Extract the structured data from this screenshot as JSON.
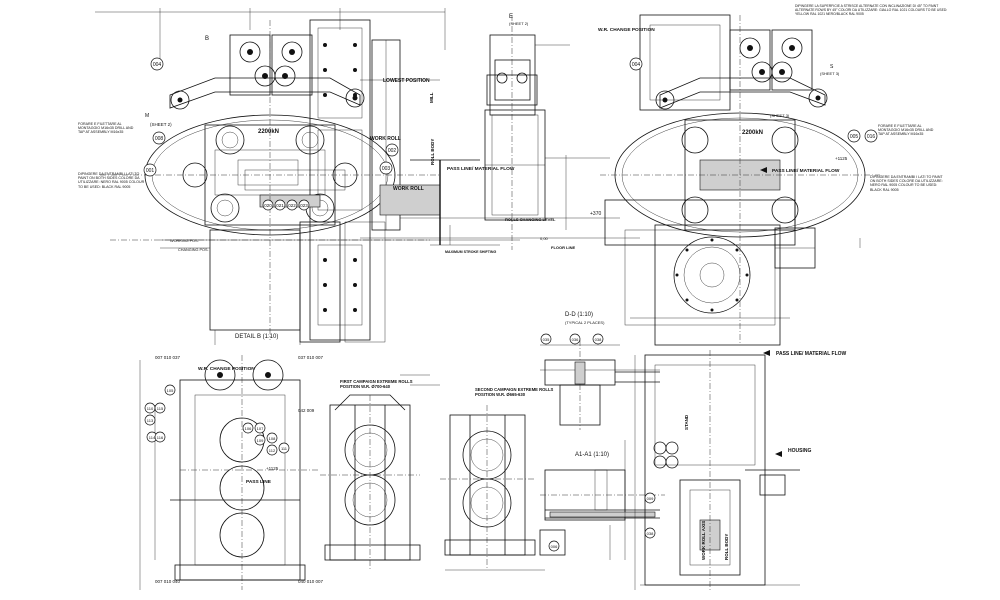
{
  "labels": {
    "lowest_position": "LOWEST POSITION",
    "work_roll_1": "WORK ROLL",
    "work_roll_2": "WORK ROLL",
    "pass_line_1": "PASS LINE/ MATERIAL FLOW",
    "pass_line_2": "PASS LINE/ MATERIAL FLOW",
    "pass_line_3": "PASS LINE/ MATERIAL FLOW",
    "pass_line_4": "PASS LINE",
    "wr_change_position_1": "W.R. CHANGE POSITION",
    "wr_change_position_2": "W.R. CHANGE POSITION",
    "floor_line": "FLOOR LINE",
    "rolls_changing_level": "ROLLS CHANGING LEVEL",
    "maximum_stroke_shifting": "MAXIMUM STROKE SHIFTING",
    "working_pos": "WORKING POS.",
    "changing_pos": "CHANGING POS.",
    "detail_b": "DETAIL B (1:10)",
    "section_dd": "D-D (1:10)",
    "typical_2_places": "(TYPICAL 2 PLACES)",
    "section_a1": "A1-A1 (1:10)",
    "sheet_2a": "(SHEET 2)",
    "sheet_2b": "(SHEET 2)",
    "sheet_3a": "(SHEET 3)",
    "sheet_3b": "(SHEET 3)",
    "first_campaign": "FIRST CAMPAIGN EXTREME ROLLS POSITION W.R. Ø700-640",
    "second_campaign": "SECOND CAMPAIGN EXTREME ROLLS POSITION W.R. Ø665-630",
    "housing": "HOUSING",
    "stand": "STAND",
    "roll_body": "ROLL BODY",
    "work_roll_axis": "WORK ROLL AXIS",
    "mill": "MILL",
    "elev_plus_370": "+370",
    "elev_plus_1125a": "+1125",
    "elev_plus_1125b": "+1125",
    "elev_0": "0,00",
    "weight_2200a": "2200kN",
    "weight_2200b": "2200kN",
    "note_drill_left": "FORARE E FILETTARE AL MONTAGGIO M16x35 DRILL AND TAP AT ASSEMBLY M16x35",
    "note_drill_right": "FORARE E FILETTARE AL MONTAGGIO M16x35 DRILL AND TAP AT ASSEMBLY M16x35",
    "note_paint_left": "DIPINGERE DA ENTRAMBI I LATI TO PAINT ON BOTH SIDES COLORE DA UTILIZZARE: NERO RAL 9005 COLOUR TO BE USED: BLACK RAL 9005",
    "note_paint_right": "DIPINGERE DA ENTRAMBI I LATI TO PAINT ON BOTH SIDES COLORE DA UTILIZZARE: NERO RAL 9005 COLOUR TO BE USED: BLACK RAL 9005",
    "note_top_right": "DIPINGERE LA SUPERFICIE A STRISCE ALTERNATE CON INCLINAZIONE DI 45° TO PAINT ALTERNATE ROWS BY 45° COLORI DA UTILIZZARE: GIALLO RAL 1021 COLOURS TO BE USED: YELLOW RAL 1021 NERO/BLACK RAL 9005",
    "letter_b": "B",
    "letter_e": "E",
    "letter_m": "M",
    "letter_s": "S"
  },
  "bubbles": {
    "b004a": "004",
    "b004b": "004",
    "b008": "008",
    "b002": "002",
    "b001": "001",
    "b003": "003",
    "b005": "005",
    "b020": "020",
    "b021": "021",
    "b022": "022",
    "b023": "023",
    "b016": "016",
    "b035": "035",
    "b036": "036",
    "b038a": "038",
    "b038b": "038",
    "b006": "006",
    "b009": "009",
    "b037a": "007 010 037",
    "b037b": "037 010 007",
    "b040a": "007 010 040",
    "b040b": "040 010 007",
    "b_mid": "042 009",
    "b105": "105",
    "b106": "106",
    "b107": "107",
    "b108": "108",
    "b109": "109",
    "b110": "110",
    "b111": "111",
    "b112": "112",
    "b113": "113",
    "b114": "114",
    "b115": "115",
    "b116": "116"
  }
}
